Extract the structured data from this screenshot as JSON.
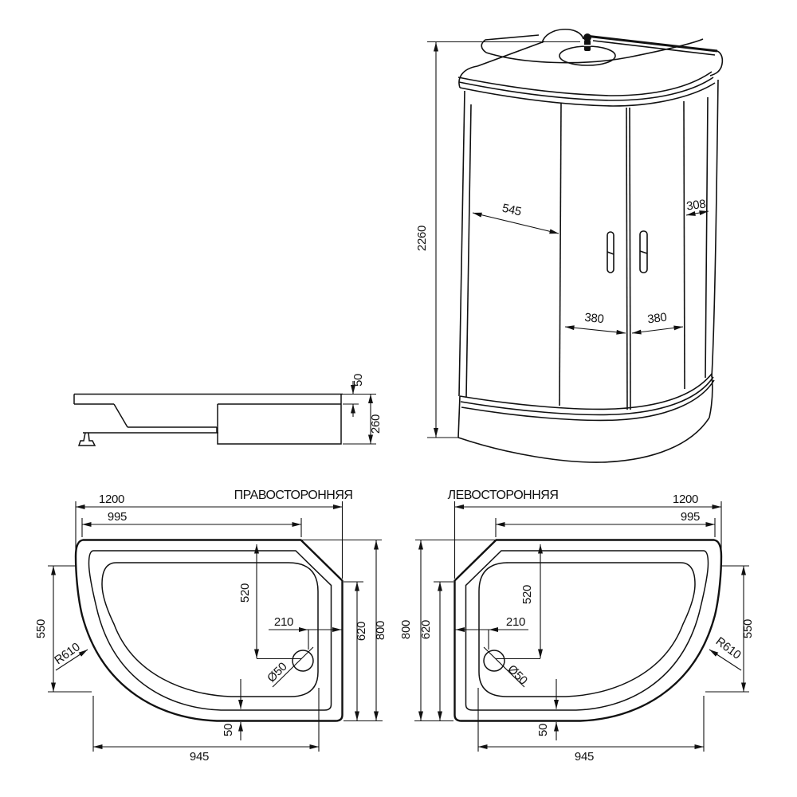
{
  "canvas": {
    "background": "#ffffff",
    "ink": "#111111"
  },
  "cabin_view": {
    "height_mm": "2260",
    "left_panel_mm": "545",
    "right_panel_mm": "308",
    "left_door_mm": "380",
    "right_door_mm": "380"
  },
  "tray_side_view": {
    "rim_height_mm": "50",
    "total_height_mm": "260"
  },
  "plan_right_handed": {
    "title": "ПРАВОСТОРОННЯЯ",
    "overall_width_mm": "1200",
    "top_width_mm": "995",
    "side_height_mm": "550",
    "corner_radius": "R610",
    "drain_offset_vertical_mm": "520",
    "drain_offset_horizontal_mm": "210",
    "drain_diameter": "Ø50",
    "inner_height_mm": "620",
    "overall_depth_mm": "800",
    "rim_width_mm": "50",
    "bottom_width_mm": "945"
  },
  "plan_left_handed": {
    "title": "ЛЕВОСТОРОННЯЯ",
    "overall_width_mm": "1200",
    "top_width_mm": "995",
    "side_height_mm": "550",
    "corner_radius": "R610",
    "drain_offset_vertical_mm": "520",
    "drain_offset_horizontal_mm": "210",
    "drain_diameter": "Ø50",
    "inner_height_mm": "620",
    "overall_depth_mm": "800",
    "rim_width_mm": "50",
    "bottom_width_mm": "945"
  }
}
